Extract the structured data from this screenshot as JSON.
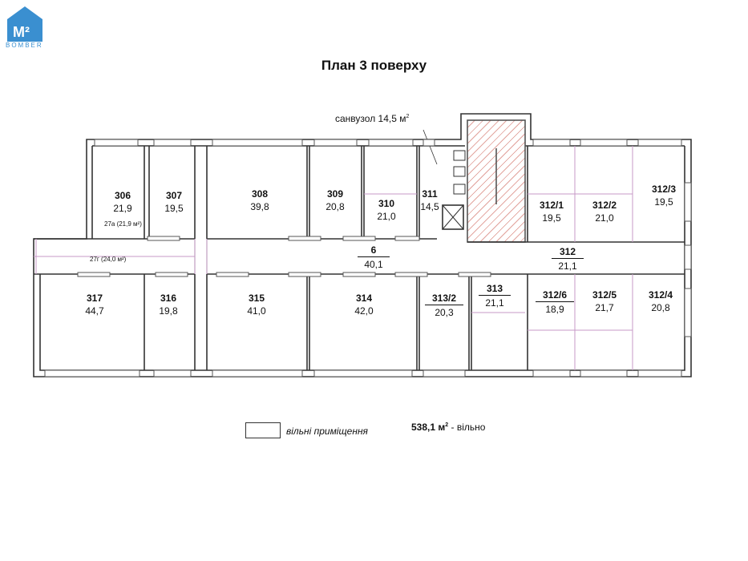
{
  "brand": {
    "logo_text": "BOMBER",
    "logo_mark": "M²"
  },
  "title": "План 3 поверху",
  "wc": {
    "label": "санвузол 14,5 м",
    "sup": "2"
  },
  "rooms": [
    {
      "id": "306",
      "area": "21,9"
    },
    {
      "id": "307",
      "area": "19,5"
    },
    {
      "id": "308",
      "area": "39,8"
    },
    {
      "id": "309",
      "area": "20,8"
    },
    {
      "id": "310",
      "area": "21,0"
    },
    {
      "id": "311",
      "area": "14,5"
    },
    {
      "id": "312/1",
      "area": "19,5"
    },
    {
      "id": "312/2",
      "area": "21,0"
    },
    {
      "id": "312/3",
      "area": "19,5"
    },
    {
      "id": "6",
      "area": "40,1"
    },
    {
      "id": "312",
      "area": "21,1"
    },
    {
      "id": "317",
      "area": "44,7"
    },
    {
      "id": "316",
      "area": "19,8"
    },
    {
      "id": "315",
      "area": "41,0"
    },
    {
      "id": "314",
      "area": "42,0"
    },
    {
      "id": "313/2",
      "area": "20,3"
    },
    {
      "id": "313",
      "area": "21,1"
    },
    {
      "id": "312/6",
      "area": "18,9"
    },
    {
      "id": "312/5",
      "area": "21,7"
    },
    {
      "id": "312/4",
      "area": "20,8"
    }
  ],
  "small_labels": {
    "r27a": "27а (21,9 м²)",
    "r27g": "27г (24,0 м²)"
  },
  "legend": {
    "label": "вільні приміщення"
  },
  "total": {
    "value": "538,1 м",
    "sup": "2",
    "suffix": " - вільно"
  }
}
